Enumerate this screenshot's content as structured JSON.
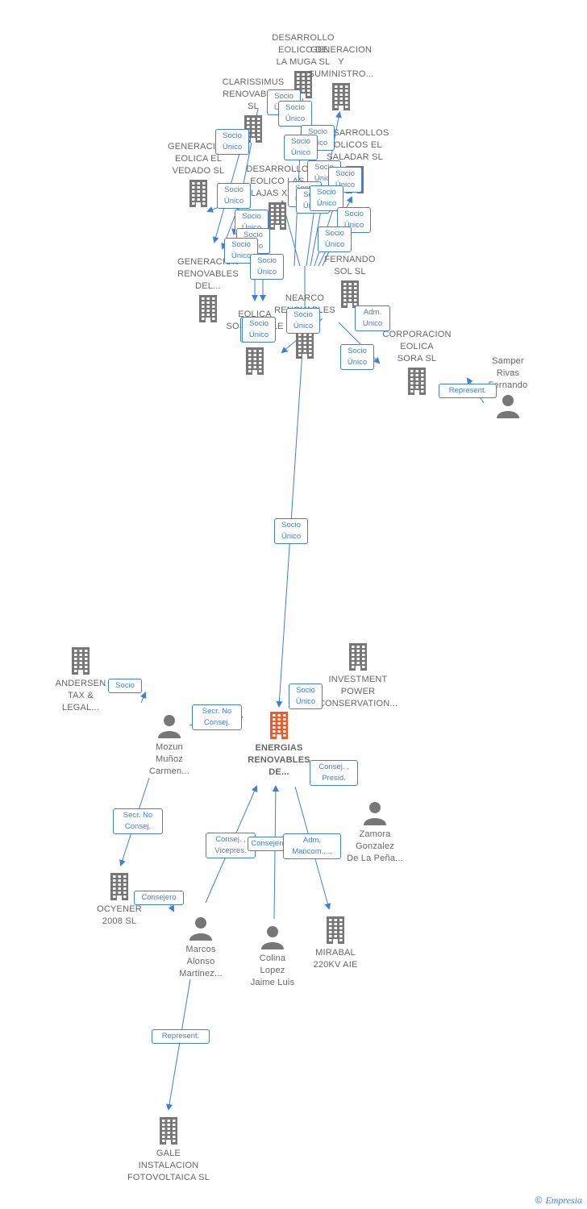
{
  "colors": {
    "edge": "#3f7fd6",
    "node": "#777777",
    "main": "#f05a28"
  },
  "nodes": [
    {
      "id": "desarrollo_muga",
      "label": "DESARROLLO\nEOLICO DE\nLA MUGA SL",
      "kind": "company"
    },
    {
      "id": "generacion_suministro",
      "label": "GENERACION\nY\nSUMINISTRO...",
      "kind": "company"
    },
    {
      "id": "clarissimus",
      "label": "CLARISSIMUS\nRENOVABLES\nSL",
      "kind": "company"
    },
    {
      "id": "desarrollos_saladar",
      "label": "DESARROLLOS\nEOLICOS EL\nSALADAR SL",
      "kind": "company"
    },
    {
      "id": "generacion_vedado",
      "label": "GENERACION\nEOLICA EL\nVEDADO SL",
      "kind": "company"
    },
    {
      "id": "desarrollo_lajas",
      "label": "DESARROLLO\nEOLICO LAS\nLAJAS XXI...",
      "kind": "company"
    },
    {
      "id": "generacion_renovables_del",
      "label": "GENERACION\nRENOVABLES\nDEL...",
      "kind": "company"
    },
    {
      "id": "fernando_sol",
      "label": "FERNANDO\nSOL SL",
      "kind": "company"
    },
    {
      "id": "nearco",
      "label": "NEARCO\nRENOVABLES\nSL",
      "kind": "company"
    },
    {
      "id": "eolica_sostenible",
      "label": "EOLICA\nSOSTENIBLE\nDE...",
      "kind": "company"
    },
    {
      "id": "corporacion_sora",
      "label": "CORPORACION\nEOLICA\nSORA SL",
      "kind": "company"
    },
    {
      "id": "samper",
      "label": "Samper\nRivas\nFernando",
      "kind": "person"
    },
    {
      "id": "andersen",
      "label": "ANDERSEN\nTAX &\nLEGAL...",
      "kind": "company"
    },
    {
      "id": "investment",
      "label": "INVESTMENT\nPOWER\nCONSERVATION...",
      "kind": "company"
    },
    {
      "id": "mozun",
      "label": "Mozun\nMuñoz\nCarmen...",
      "kind": "person"
    },
    {
      "id": "energias",
      "label": "ENERGIAS\nRENOVABLES\nDE...",
      "kind": "main"
    },
    {
      "id": "zamora",
      "label": "Zamora\nGonzalez\nDe La Peña...",
      "kind": "person"
    },
    {
      "id": "ocyener",
      "label": "OCYENER\n2008 SL",
      "kind": "company"
    },
    {
      "id": "marcos",
      "label": "Marcos\nAlonso\nMartinez...",
      "kind": "person"
    },
    {
      "id": "colina",
      "label": "Colina\nLopez\nJaime Luis",
      "kind": "person"
    },
    {
      "id": "mirabal",
      "label": "MIRABAL\n220KV AIE",
      "kind": "company"
    },
    {
      "id": "gale",
      "label": "GALE\nINSTALACION\nFOTOVOLTAICA SL",
      "kind": "company"
    }
  ],
  "edge_labels": [
    {
      "text": "Socio\nÚnico"
    },
    {
      "text": "Socio\nÚnico"
    },
    {
      "text": "Socio\nÚnico"
    },
    {
      "text": "Socio\nÚnico"
    },
    {
      "text": "Socio\nÚnico"
    },
    {
      "text": "Socio\nÚnico"
    },
    {
      "text": "Socio\nÚnico"
    },
    {
      "text": "Socio\nÚnico"
    },
    {
      "text": "Socio\nÚnico"
    },
    {
      "text": "Socio\nÚnico"
    },
    {
      "text": "Socio\nÚnico"
    },
    {
      "text": "Socio\nÚnico"
    },
    {
      "text": "Socio\nÚnico"
    },
    {
      "text": "Socio\nÚnico"
    },
    {
      "text": "Socio\nÚnico"
    },
    {
      "text": "Socio\nÚnico"
    },
    {
      "text": "Socio\nÚnico"
    },
    {
      "text": "Socio\nÚnico"
    },
    {
      "text": "Socio\nÚnico"
    },
    {
      "text": "Socio\nÚnico"
    },
    {
      "text": "Adm.\nUnico"
    },
    {
      "text": "Socio\nÚnico"
    },
    {
      "text": "Represent."
    },
    {
      "text": "Socio\nÚnico"
    },
    {
      "text": "Socio"
    },
    {
      "text": "Socio\nÚnico"
    },
    {
      "text": "Secr.  No\nConsej."
    },
    {
      "text": "Consej. ,\nPresid."
    },
    {
      "text": "Secr.  No\nConsej."
    },
    {
      "text": "Consejero"
    },
    {
      "text": "Consej. ,\nVicepres."
    },
    {
      "text": "Consejero"
    },
    {
      "text": "Adm.\nMancom.,..."
    },
    {
      "text": "Represent."
    }
  ],
  "footer": {
    "copyright": "©",
    "brand": "Empresia"
  }
}
